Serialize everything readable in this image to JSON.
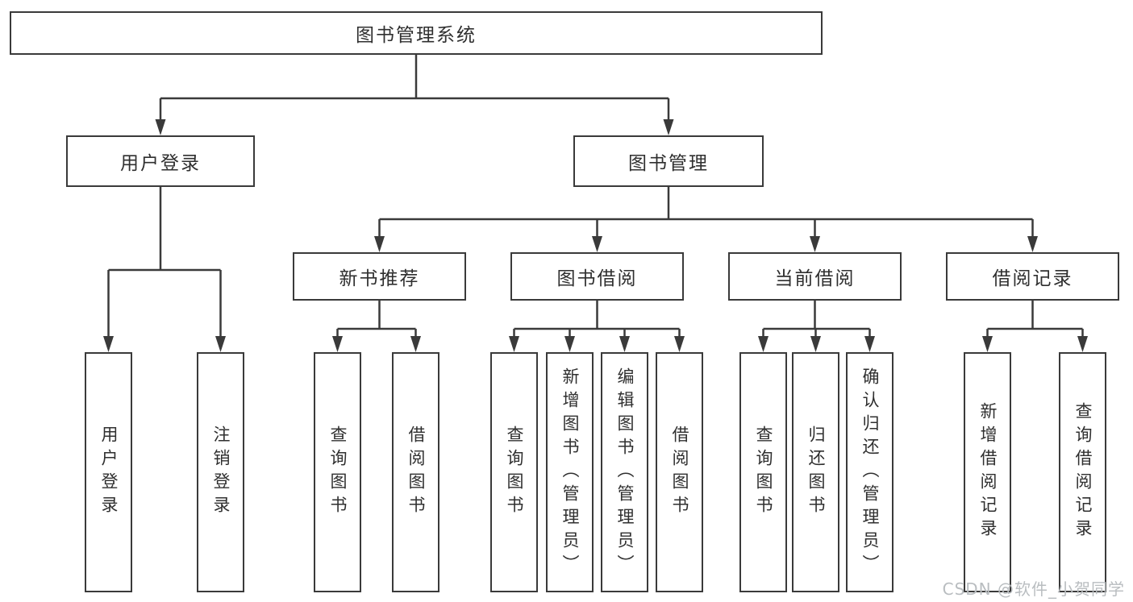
{
  "diagram": {
    "nodes": {
      "root": "图书管理系统",
      "userLogin": "用户登录",
      "bookManagement": "图书管理",
      "newBooks": "新书推荐",
      "bookBorrow": "图书借阅",
      "currentBorrow": "当前借阅",
      "borrowRecords": "借阅记录",
      "leafUserLogin": "用户登录",
      "leafLogout": "注销登录",
      "nbQueryBooks": "查询图书",
      "nbBorrowBooks": "借阅图书",
      "bbQueryBooks": "查询图书",
      "bbAddBooks": "新增图书（管理员）",
      "bbEditBooks": "编辑图书（管理员）",
      "bbBorrowBooks": "借阅图书",
      "cbQueryBooks": "查询图书",
      "cbReturnBooks": "归还图书",
      "cbConfirmReturn": "确认归还（管理员）",
      "brAddRecord": "新增借阅记录",
      "brQueryRecord": "查询借阅记录"
    },
    "watermark": "CSDN @软件_小贺同学",
    "colors": {
      "line": "#3a3a3a",
      "text": "#2f2f2f",
      "background": "#ffffff",
      "watermark": "#b9bdc0"
    }
  }
}
